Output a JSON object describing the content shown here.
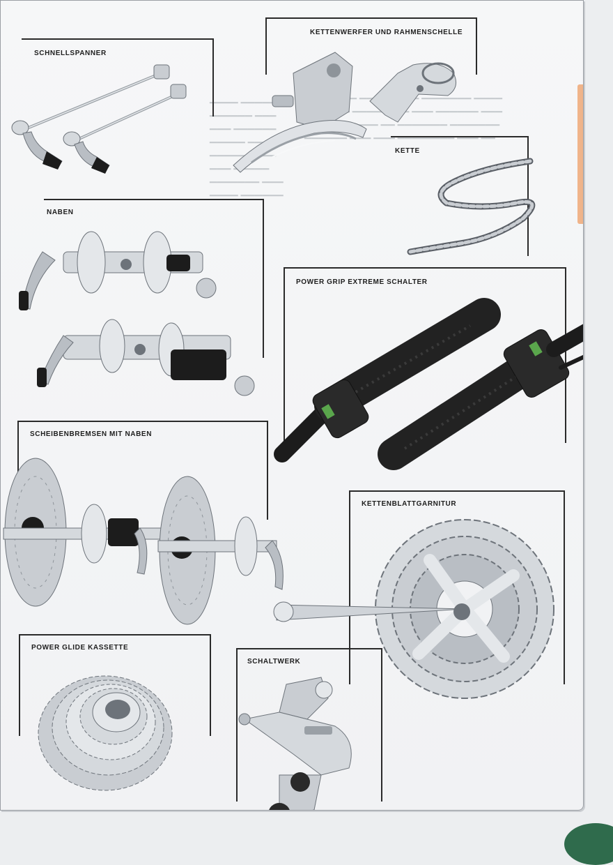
{
  "labels": {
    "schnellspanner": "SCHNELLSPANNER",
    "kettenwerfer": "KETTENWERFER UND RAHMENSCHELLE",
    "kette": "KETTE",
    "naben": "NABEN",
    "power_grip": "POWER GRIP EXTREME SCHALTER",
    "scheibenbremsen": "SCHEIBENBREMSEN MIT NABEN",
    "kettenblatt": "KETTENBLATTGARNITUR",
    "power_glide": "POWER GLIDE KASSETTE",
    "schaltwerk": "SCHALTWERK"
  },
  "colors": {
    "paper": "#f3f4f6",
    "frame_line": "#2a2a2a",
    "chrome_light": "#e4e7ea",
    "chrome_mid": "#b9bec4",
    "chrome_dark": "#6d737a",
    "rubber_black": "#1c1c1c",
    "shifter_green": "#5aa64c"
  },
  "icons": [
    "quick-release-skewer-icon",
    "front-derailleur-icon",
    "chain-icon",
    "hub-icon",
    "grip-shifter-icon",
    "disc-brake-icon",
    "crankset-icon",
    "cassette-icon",
    "rear-derailleur-icon"
  ]
}
